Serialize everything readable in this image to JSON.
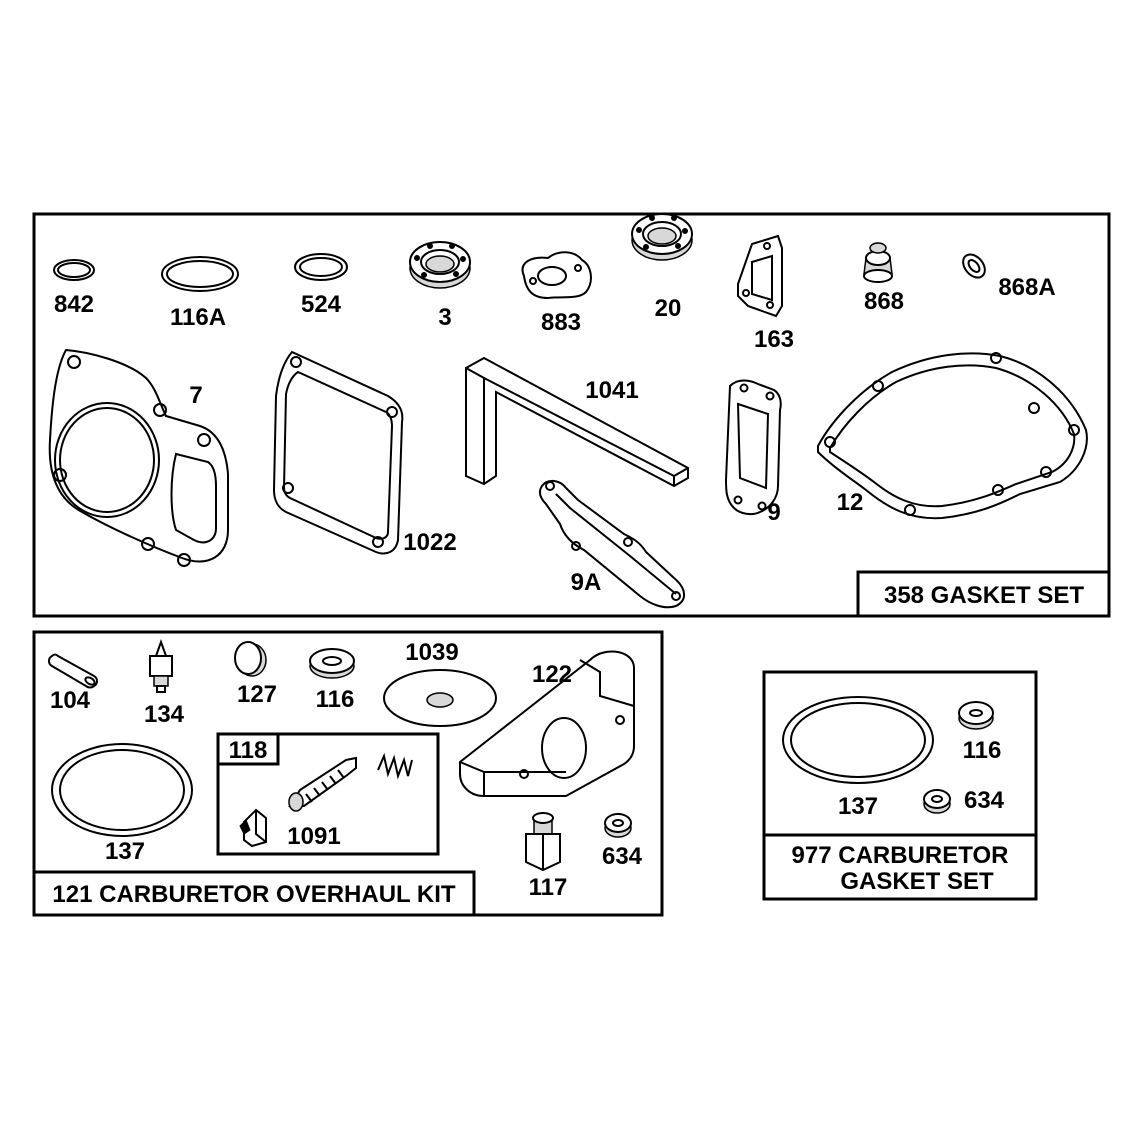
{
  "gasket_set": {
    "title": "358 GASKET SET",
    "parts": [
      "842",
      "116A",
      "524",
      "3",
      "883",
      "20",
      "163",
      "868",
      "868A",
      "7",
      "1022",
      "1041",
      "9",
      "12",
      "9A"
    ]
  },
  "overhaul_kit": {
    "title": "121 CARBURETOR OVERHAUL KIT",
    "parts": [
      "104",
      "134",
      "127",
      "116",
      "1039",
      "122",
      "137",
      "117",
      "634"
    ],
    "sub_kit": {
      "title": "118",
      "parts": [
        "1091"
      ]
    }
  },
  "carb_gasket_set": {
    "title_line1": "977 CARBURETOR",
    "title_line2": "GASKET SET",
    "parts": [
      "137",
      "116",
      "634"
    ]
  }
}
